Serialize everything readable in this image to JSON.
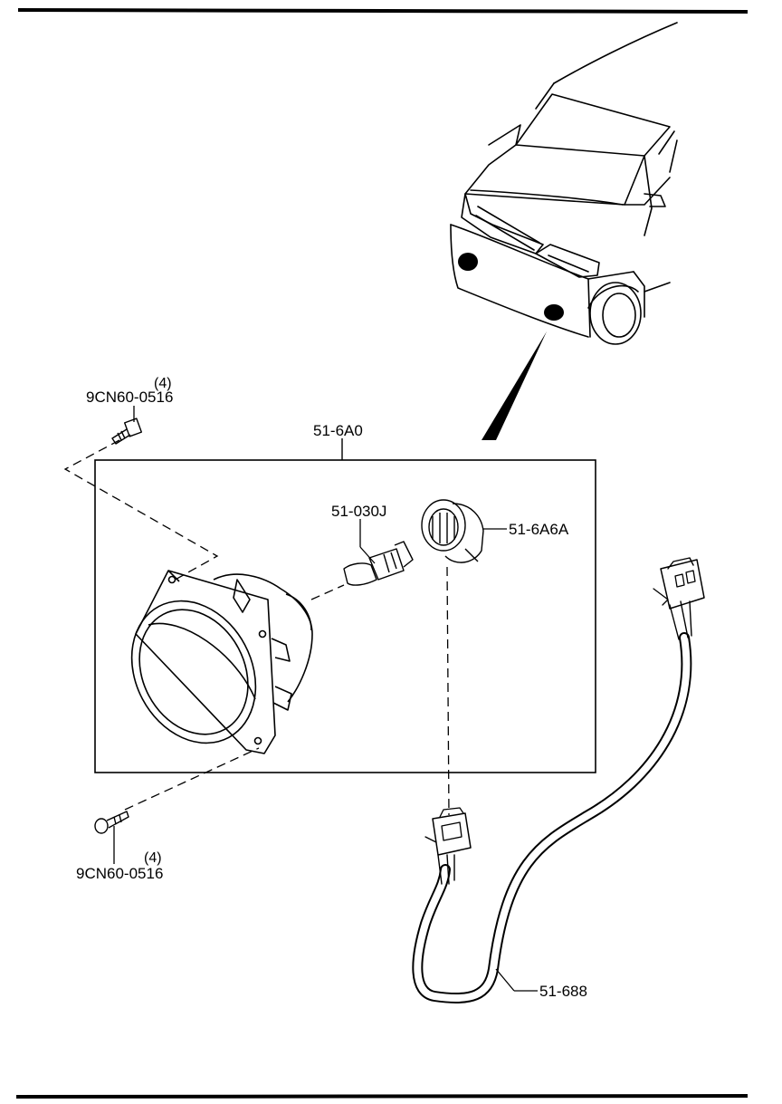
{
  "labels": {
    "assembly": "51-6A0",
    "bulb": "51-030J",
    "socket": "51-6A6A",
    "harness": "51-688",
    "screw_top_part": "9CN60-0516",
    "screw_top_qty": "(4)",
    "screw_bottom_part": "9CN60-0516",
    "screw_bottom_qty": "(4)"
  }
}
